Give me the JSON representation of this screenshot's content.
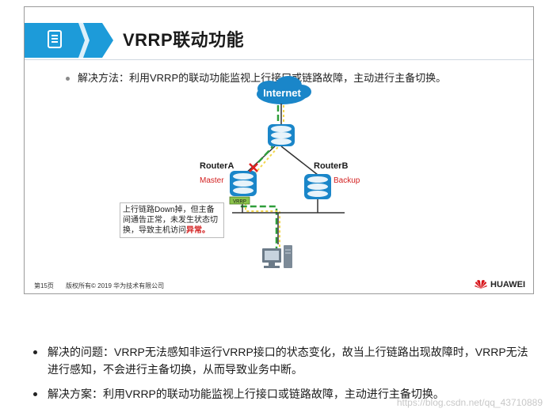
{
  "slide": {
    "title": "VRRP联动功能",
    "bullet": "解决方法：利用VRRP的联动功能监视上行接口或链路故障，主动进行主备切换。",
    "internet_label": "Internet",
    "router_a_name": "RouterA",
    "router_a_role": "Master",
    "router_b_name": "RouterB",
    "router_b_role": "Backup",
    "vrrp_tag": "VRRP",
    "callout_prefix": "上行链路Down掉，但主备间通告正常，未发生状态切换，导致主机访问",
    "callout_emphasis": "异常。",
    "footer_page": "第15页",
    "footer_copyright": "版权所有© 2019 华为技术有限公司",
    "footer_brand": "HUAWEI"
  },
  "notes": [
    "解决的问题：VRRP无法感知非运行VRRP接口的状态变化，故当上行链路出现故障时，VRRP无法进行感知，不会进行主备切换，从而导致业务中断。",
    "解决方案：利用VRRP的联动功能监视上行接口或链路故障，主动进行主备切换。"
  ],
  "watermark": "https://blog.csdn.net/qq_43710889",
  "colors": {
    "accent_blue": "#1d9bd9",
    "router_blue": "#1a86c9",
    "role_red": "#d32020",
    "link_green": "#2e9e3a",
    "link_yellow": "#f2d64b"
  },
  "icons": [
    "document-icon",
    "cloud-icon",
    "router-icon",
    "switch-line",
    "pc-icon",
    "huawei-logo-icon",
    "fault-x-icon"
  ]
}
